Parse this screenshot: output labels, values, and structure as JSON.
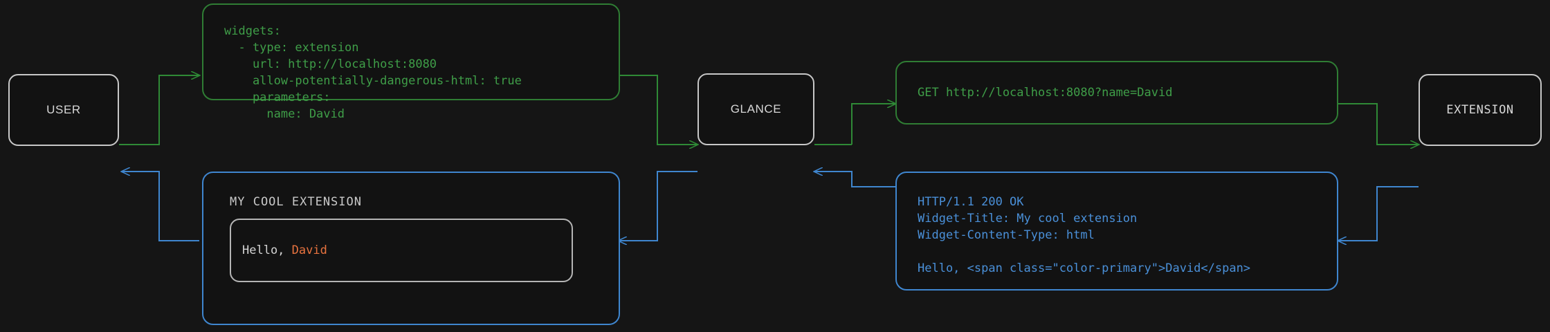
{
  "diagram": {
    "title": "Glance extension widget request flow",
    "background_color": "#151515",
    "colors": {
      "request_flow": "#2f7d34",
      "response_flow": "#3f86cf",
      "node_border": "#c8c8c8",
      "accent_primary": "#e8733f",
      "text_muted": "#d8d8d8"
    }
  },
  "nodes": [
    {
      "id": "user",
      "label": "USER"
    },
    {
      "id": "glance",
      "label": "GLANCE"
    },
    {
      "id": "extension",
      "label": "EXTENSION"
    }
  ],
  "config_box": {
    "label": "glance-yaml-config",
    "code": "widgets:\n  - type: extension\n    url: http://localhost:8080\n    allow-potentially-dangerous-html: true\n    parameters:\n      name: David"
  },
  "request_box": {
    "label": "http-get-request",
    "code": "GET http://localhost:8080?name=David"
  },
  "response_box": {
    "label": "http-response",
    "code": "HTTP/1.1 200 OK\nWidget-Title: My cool extension\nWidget-Content-Type: html\n\nHello, <span class=\"color-primary\">David</span>"
  },
  "widget_card": {
    "label": "rendered-widget",
    "title": "MY COOL EXTENSION",
    "body_prefix": "Hello, ",
    "body_name": "David"
  },
  "edges": [
    {
      "from": "user",
      "to": "config_box",
      "kind": "request"
    },
    {
      "from": "config_box",
      "to": "glance",
      "kind": "request"
    },
    {
      "from": "glance",
      "to": "request_box",
      "kind": "request"
    },
    {
      "from": "request_box",
      "to": "extension",
      "kind": "request"
    },
    {
      "from": "extension",
      "to": "response_box",
      "kind": "response"
    },
    {
      "from": "response_box",
      "to": "glance",
      "kind": "response"
    },
    {
      "from": "glance",
      "to": "widget_card",
      "kind": "response"
    },
    {
      "from": "widget_card",
      "to": "user",
      "kind": "response"
    }
  ]
}
